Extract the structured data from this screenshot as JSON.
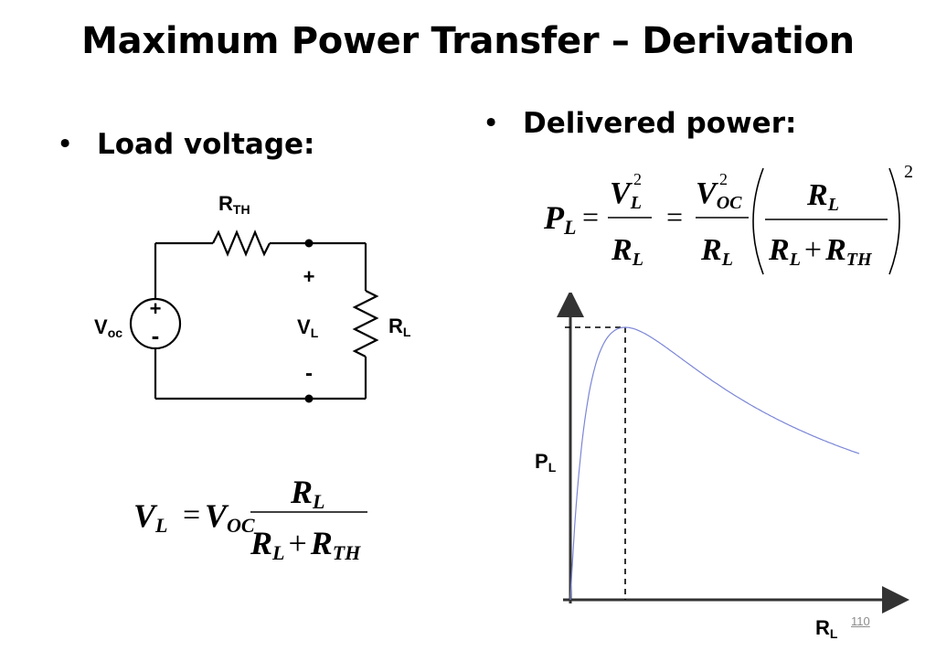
{
  "slide": {
    "title": "Maximum Power Transfer – Derivation",
    "number": "110"
  },
  "bullets": {
    "load_voltage": "Load voltage:",
    "delivered_power": "Delivered power:"
  },
  "circuit": {
    "source_label": "V",
    "source_sub": "oc",
    "source_plus": "+",
    "source_minus": "-",
    "rth_label": "R",
    "rth_sub": "TH",
    "rl_label": "R",
    "rl_sub": "L",
    "vl_label": "V",
    "vl_sub": "L",
    "vl_plus": "+",
    "vl_minus": "-"
  },
  "equations": {
    "vl": {
      "lhs": "V",
      "lhs_sub": "L",
      "eq": "=",
      "v": "V",
      "v_sub": "OC",
      "num": "R",
      "num_sub": "L",
      "den_a": "R",
      "den_a_sub": "L",
      "plus": "+",
      "den_b": "R",
      "den_b_sub": "TH"
    },
    "pl": {
      "lhs": "P",
      "lhs_sub": "L",
      "eq": "=",
      "v": "V",
      "v_sub": "L",
      "sq": "2",
      "den": "R",
      "den_sub": "L",
      "eq2": "=",
      "v2": "V",
      "v2_sub": "OC",
      "sq2": "2",
      "den2": "R",
      "den2_sub": "L",
      "num3": "R",
      "num3_sub": "L",
      "den3_a": "R",
      "den3_a_sub": "L",
      "plus": "+",
      "den3_b": "R",
      "den3_b_sub": "TH",
      "outer_sq": "2"
    }
  },
  "graph": {
    "y_label": "P",
    "y_sub": "L",
    "x_label": "R",
    "x_sub": "L",
    "curve_color": "#7b86d6"
  }
}
